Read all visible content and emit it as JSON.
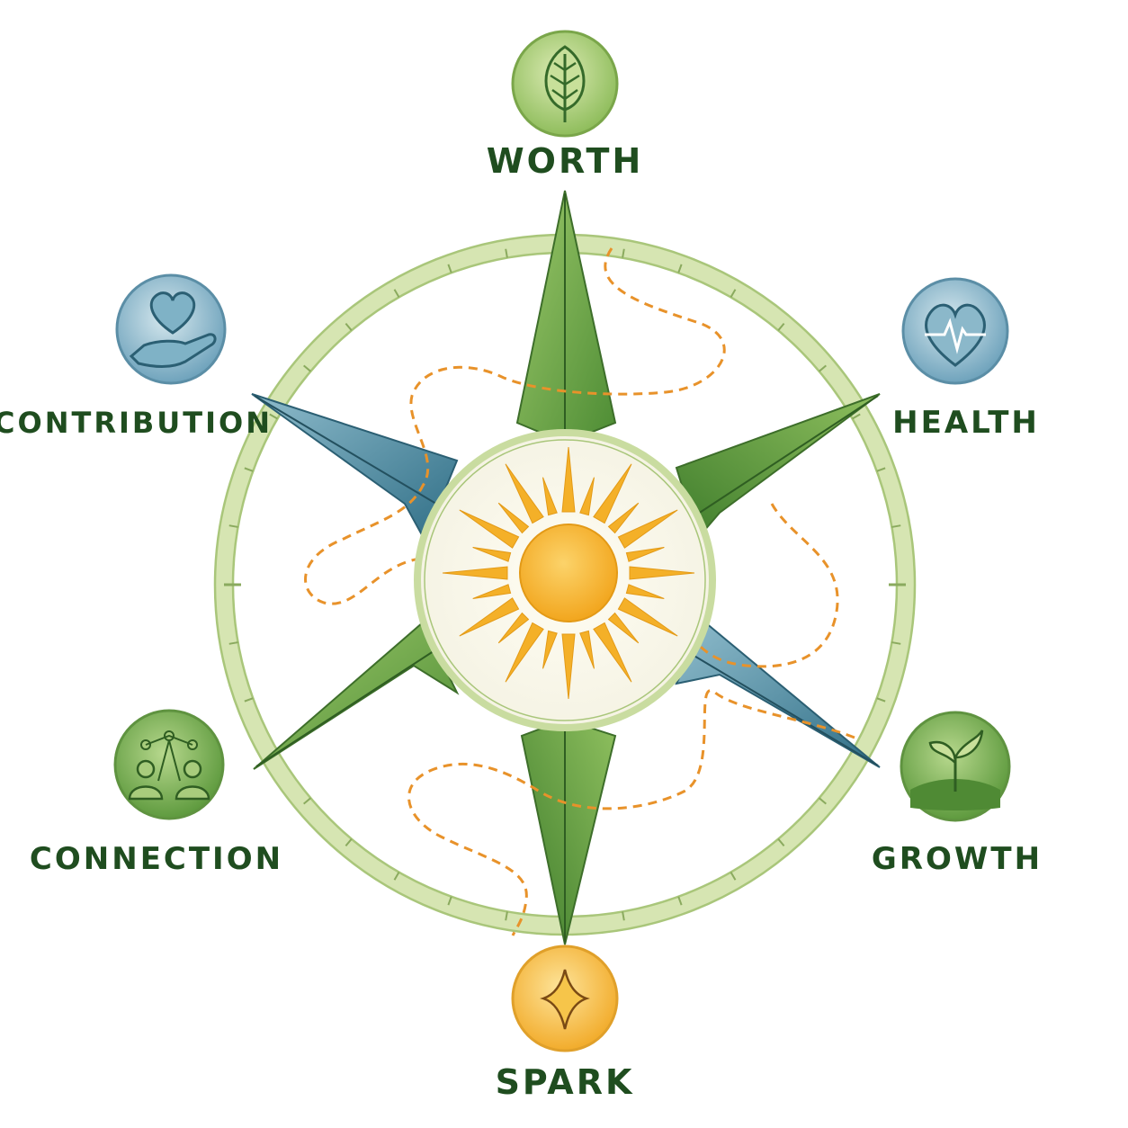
{
  "labels": {
    "worth": "WORTH",
    "health": "HEALTH",
    "growth": "GROWTH",
    "spark": "SPARK",
    "connection": "CONNECTION",
    "contribution": "CONTRIBUTION"
  },
  "colors": {
    "label_text": "#1f4d1f",
    "leaf_green": "#5e9c3a",
    "leaf_blue": "#3f7f96",
    "ring": "#d7e5b4",
    "sun": "#f4b020",
    "path": "#e8922a"
  },
  "icons": {
    "worth": "leaf-icon",
    "health": "heartbeat-icon",
    "growth": "sprout-icon",
    "spark": "sparkle-icon",
    "connection": "people-network-icon",
    "contribution": "heart-in-hand-icon"
  }
}
